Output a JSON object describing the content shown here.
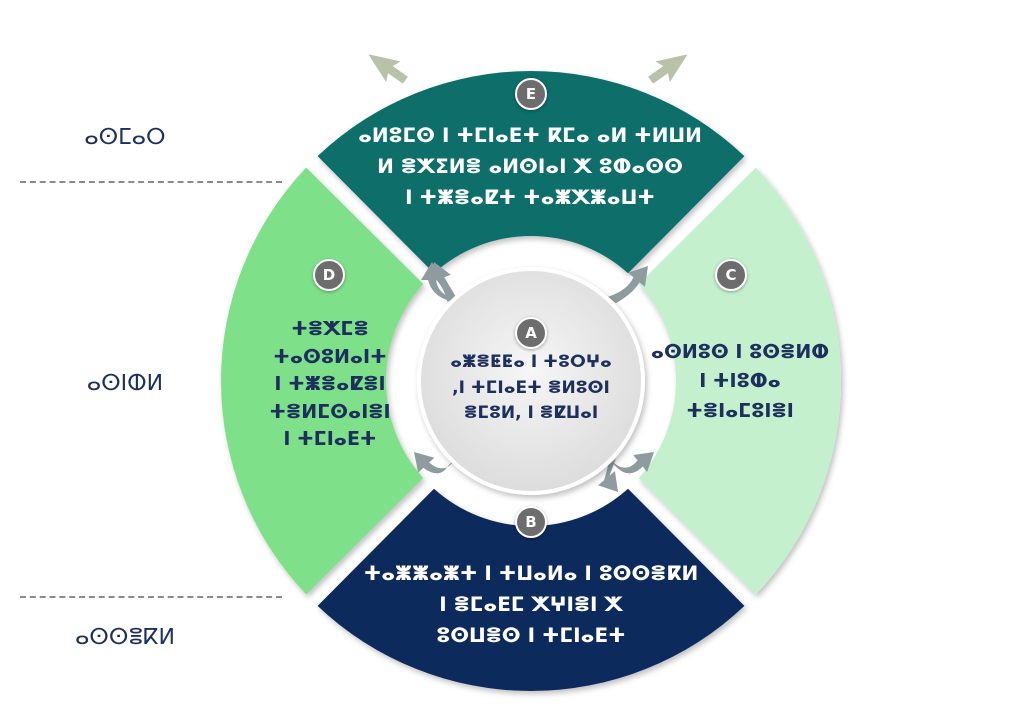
{
  "side_labels": {
    "top": "ⴰⵙⵎⴰⵔ",
    "middle": "ⴰⵙⵏⵀⵍ",
    "bottom": "ⴰⵙⵙⴻⴽⵍ"
  },
  "center": {
    "badge": "A",
    "text": "ⴰⵥⴻⵟⵟⴰ ⵏ ⵜⵓⵔⵖⴰ\n,ⵏ ⵜⵎⵏⴰⴹⵜ ⴻⵍⵓⵙⵏ\nⴻⵎⵓⵍ, ⵏ ⴻⵇⵡⴰⵏ"
  },
  "segments": {
    "E": {
      "badge": "E",
      "text": "ⴰⵍⵓⵎⵙ ⵏ ⵜⵎⵏⴰⴹⵜ ⴽⵎⴰ ⴰⵍ ⵜⵍⵡⵍ\nⵍ ⴻⵅⵉⵍⴻ ⴰⵍⵙⵏⴰⵏ ⵅ ⵓⵀⴰⵙⵙ\nⵏ ⵜⵥⴻⴰⵇⵜ ⵜⴰⵥⵅⵥⴰⵡⵜ"
    },
    "C": {
      "badge": "C",
      "text": "ⴰⵙⵍⵓⵙ ⵏ ⵓⵙⴻⵍⵀ\nⵏ ⵜⵏⵓⵀⴰ\nⵜⴻⵏⴰⵎⵓⵏⴻⵏ"
    },
    "B": {
      "badge": "B",
      "text": "ⵜⴰⵥⵥⴰⵥⵜ ⵏ ⵜⵡⴰⵍⴰ ⵏ ⵓⵙⵙⴻⴽⵍ\nⵏ ⴻⵎⴰⴹⵎ ⵅⵖⵏⴻⵏ ⵅ\nⵓⵙⵡⴻⵙ ⵏ ⵜⵎⵏⴰⴹⵜ"
    },
    "D": {
      "badge": "D",
      "text": "ⵜⴻⵅⵎⴻ\nⵜⴰⵙⵓⵍⴰⵏⵜ\nⵏ ⵜⵥⴻⴰⵇⴻⵏ\nⵜⴻⵍⵎⵙⴰⵏⴻⵏ\nⵏ ⵜⵎⵏⴰⴹⵜ"
    }
  },
  "colors": {
    "segment_E": "#0b6e6b",
    "segment_C": "#c5f0cd",
    "segment_B": "#0e2a5c",
    "segment_D": "#7fe08a",
    "center": "#ebebeb",
    "text_light": "#ffffff",
    "text_dark": "#1d2f5c",
    "arrow": "#8e9ca0",
    "badge": "#6d6d6d"
  }
}
